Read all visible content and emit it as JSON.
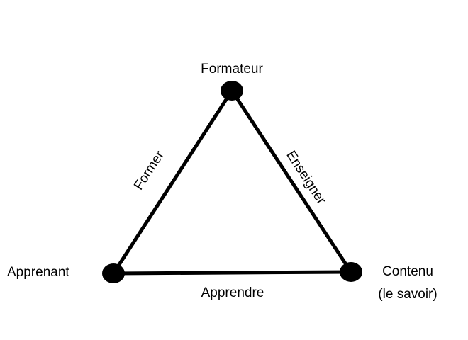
{
  "nodes": {
    "top": {
      "label": "Formateur"
    },
    "left": {
      "label": "Apprenant"
    },
    "right": {
      "label_line1": "Contenu",
      "label_line2": "(le savoir)"
    }
  },
  "edges": {
    "left_edge": {
      "label": "Former"
    },
    "right_edge": {
      "label": "Enseigner"
    },
    "bottom_edge": {
      "label": "Apprendre"
    }
  },
  "colors": {
    "stroke": "#000000",
    "node_fill": "#000000",
    "background": "#ffffff"
  }
}
